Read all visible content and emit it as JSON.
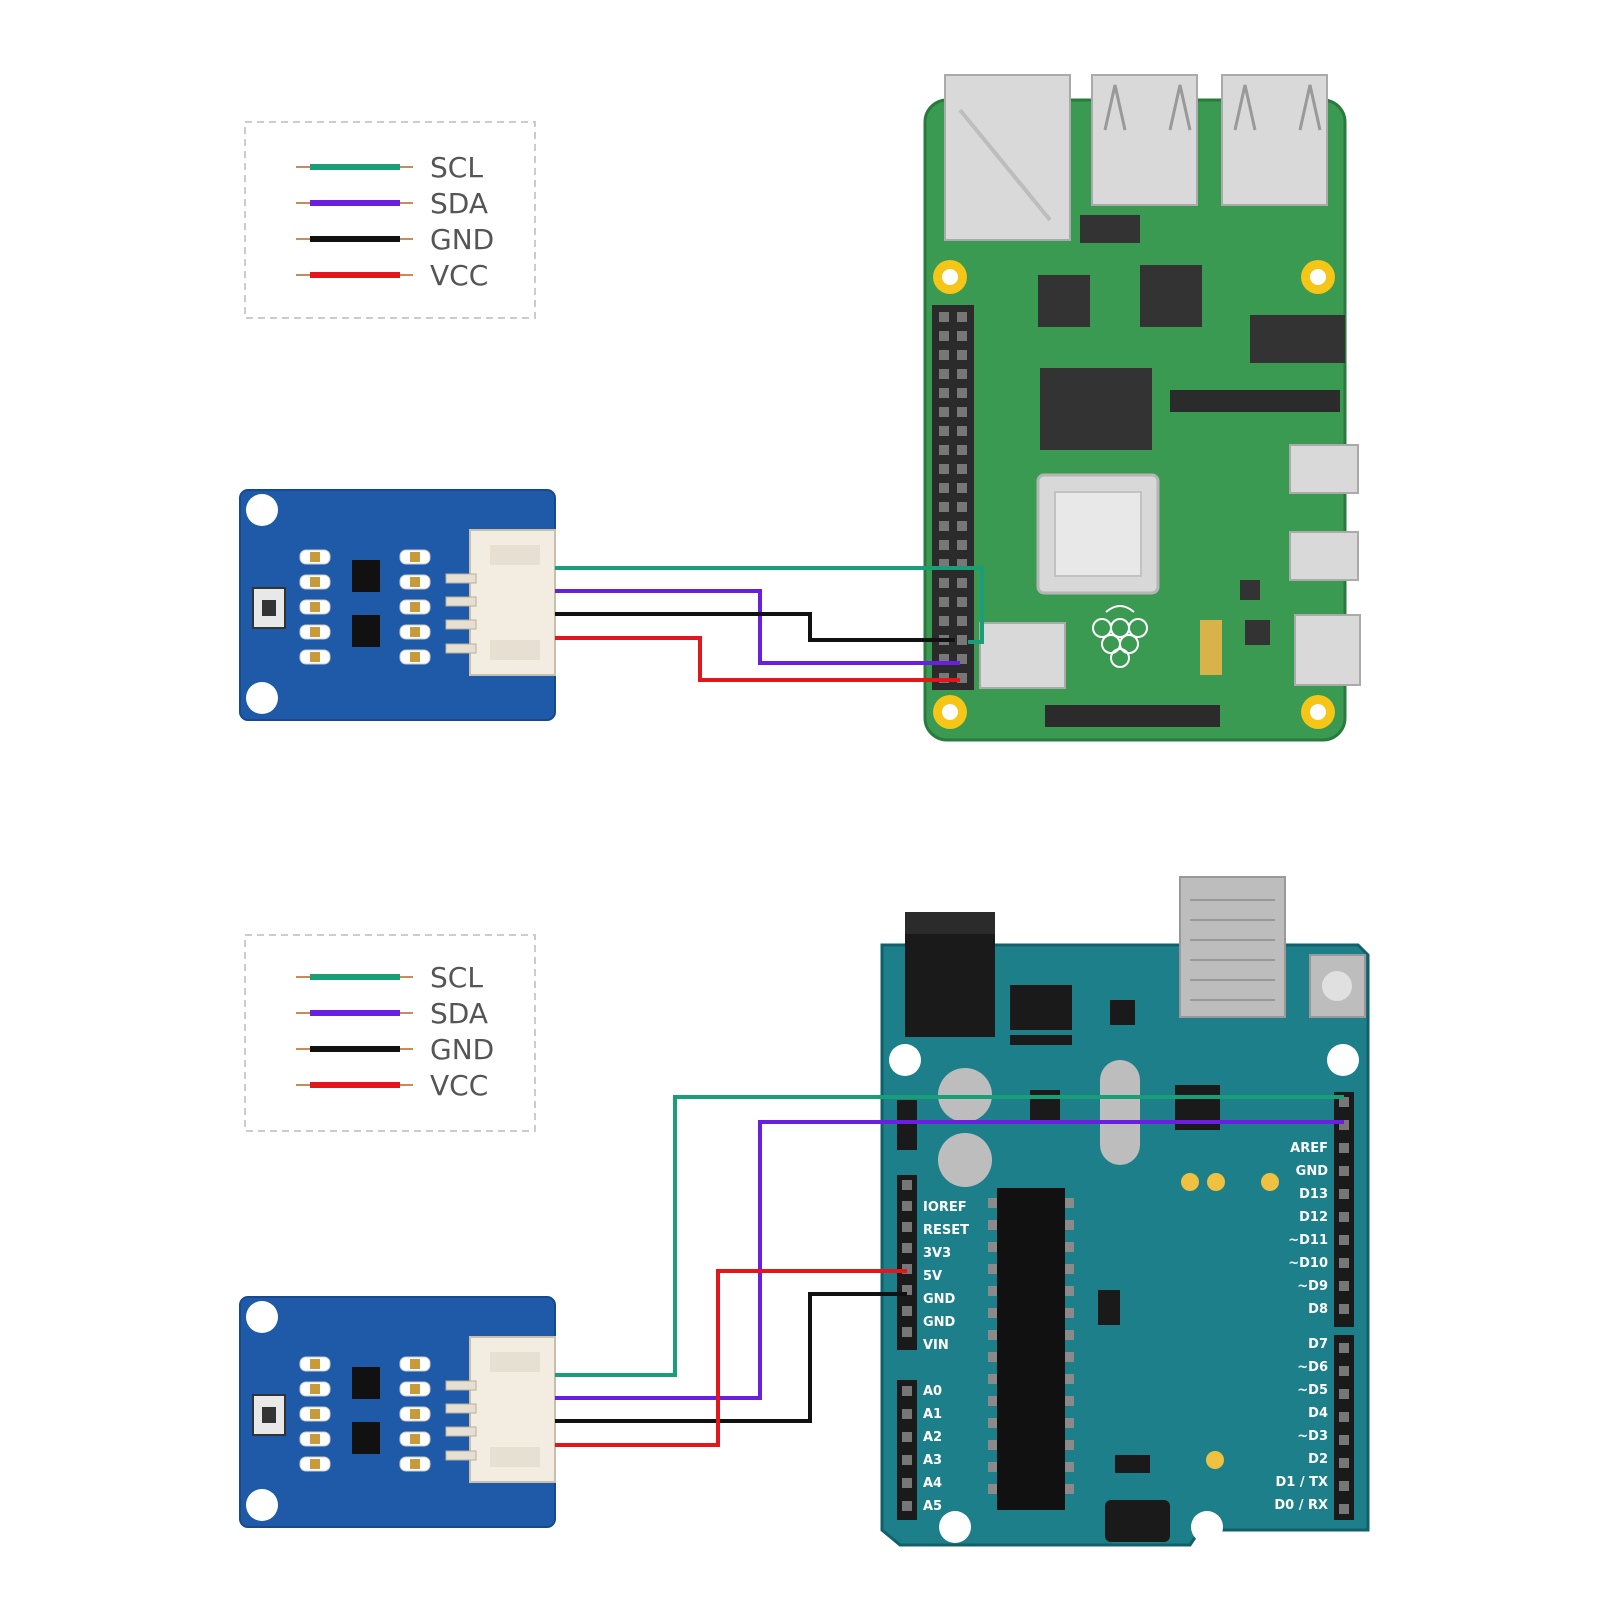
{
  "colors": {
    "scl": "#1a9e78",
    "sda": "#6a1fe0",
    "gnd": "#111111",
    "vcc": "#e3161b",
    "sensor_board": "#1e5aa8",
    "pi_board": "#3a9a52",
    "arduino_board": "#1c7f8a"
  },
  "legend_top": [
    {
      "label": "SCL",
      "color": "#1a9e78"
    },
    {
      "label": "SDA",
      "color": "#6a1fe0"
    },
    {
      "label": "GND",
      "color": "#111111"
    },
    {
      "label": "VCC",
      "color": "#e3161b"
    }
  ],
  "legend_bottom": [
    {
      "label": "SCL",
      "color": "#1a9e78"
    },
    {
      "label": "SDA",
      "color": "#6a1fe0"
    },
    {
      "label": "GND",
      "color": "#111111"
    },
    {
      "label": "VCC",
      "color": "#e3161b"
    }
  ],
  "arduino": {
    "left_pins": [
      "IOREF",
      "RESET",
      "3V3",
      "5V",
      "GND",
      "GND",
      "VIN"
    ],
    "analog_pins": [
      "A0",
      "A1",
      "A2",
      "A3",
      "A4",
      "A5"
    ],
    "right_pins_top": [
      "AREF",
      "GND",
      "D13",
      "D12",
      "~D11",
      "~D10",
      "~D9",
      "D8"
    ],
    "right_pins_bottom": [
      "D7",
      "~D6",
      "~D5",
      "D4",
      "~D3",
      "D2",
      "D1 / TX",
      "D0 / RX"
    ]
  }
}
